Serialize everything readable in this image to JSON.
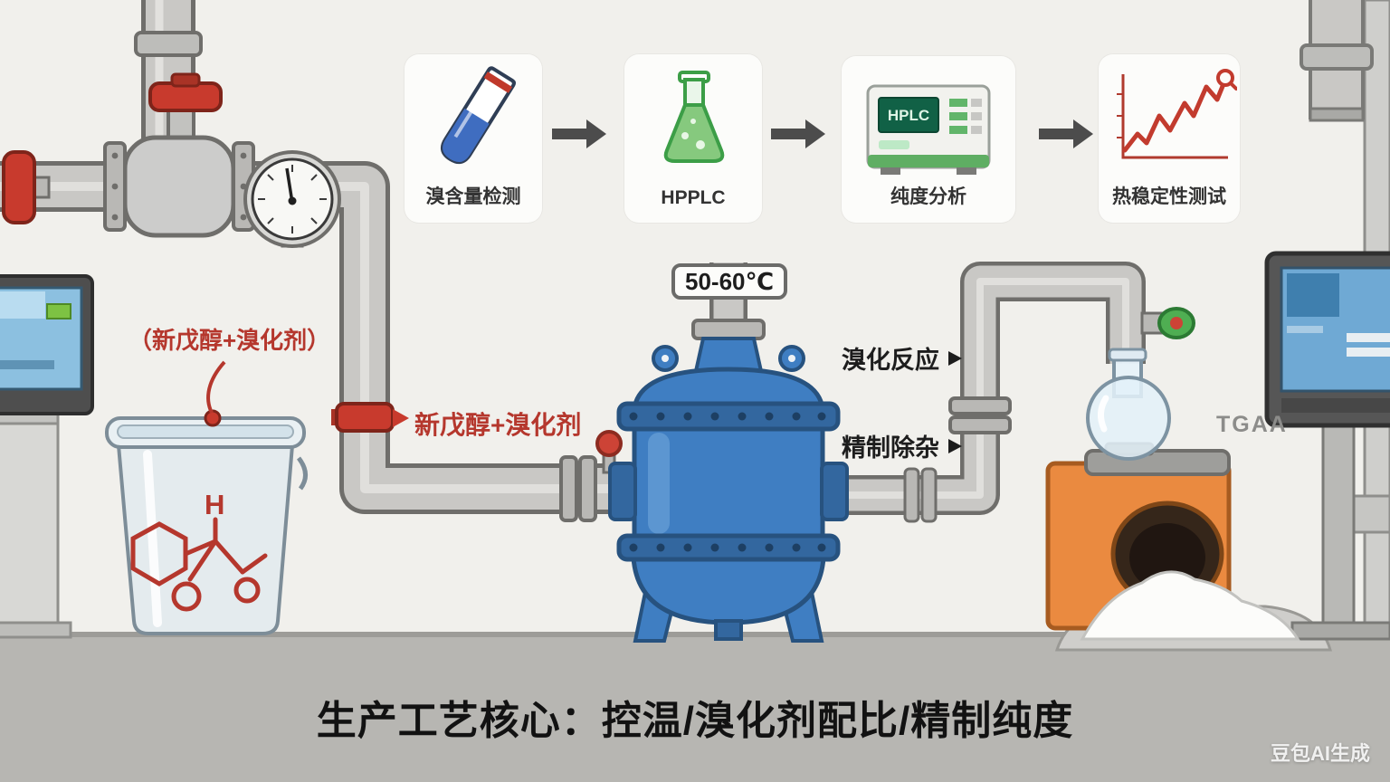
{
  "process_cards": [
    {
      "label": "溴含量检测"
    },
    {
      "label": "HPPLC"
    },
    {
      "label": "纯度分析",
      "screen_text": "HPLC"
    },
    {
      "label": "热稳定性测试"
    }
  ],
  "annotations": {
    "bucket_feed": "（新戊醇+溴化剂）",
    "pipe_feed": "新戊醇+溴化剂",
    "reactor_temp": "50-60℃",
    "step_bromination": "溴化反应",
    "step_refining": "精制除杂",
    "tga_label": "TGAA",
    "molecule_atom": "H"
  },
  "title": "生产工艺核心：控温/溴化剂配比/精制纯度",
  "watermark": "豆包AI生成",
  "colors": {
    "wall": "#f1f0ec",
    "floor": "#b7b6b2",
    "accent_red": "#b5372d",
    "reactor_blue": "#3f7ec2",
    "outlet_orange": "#ea8a40",
    "flask_green": "#86c97e"
  }
}
